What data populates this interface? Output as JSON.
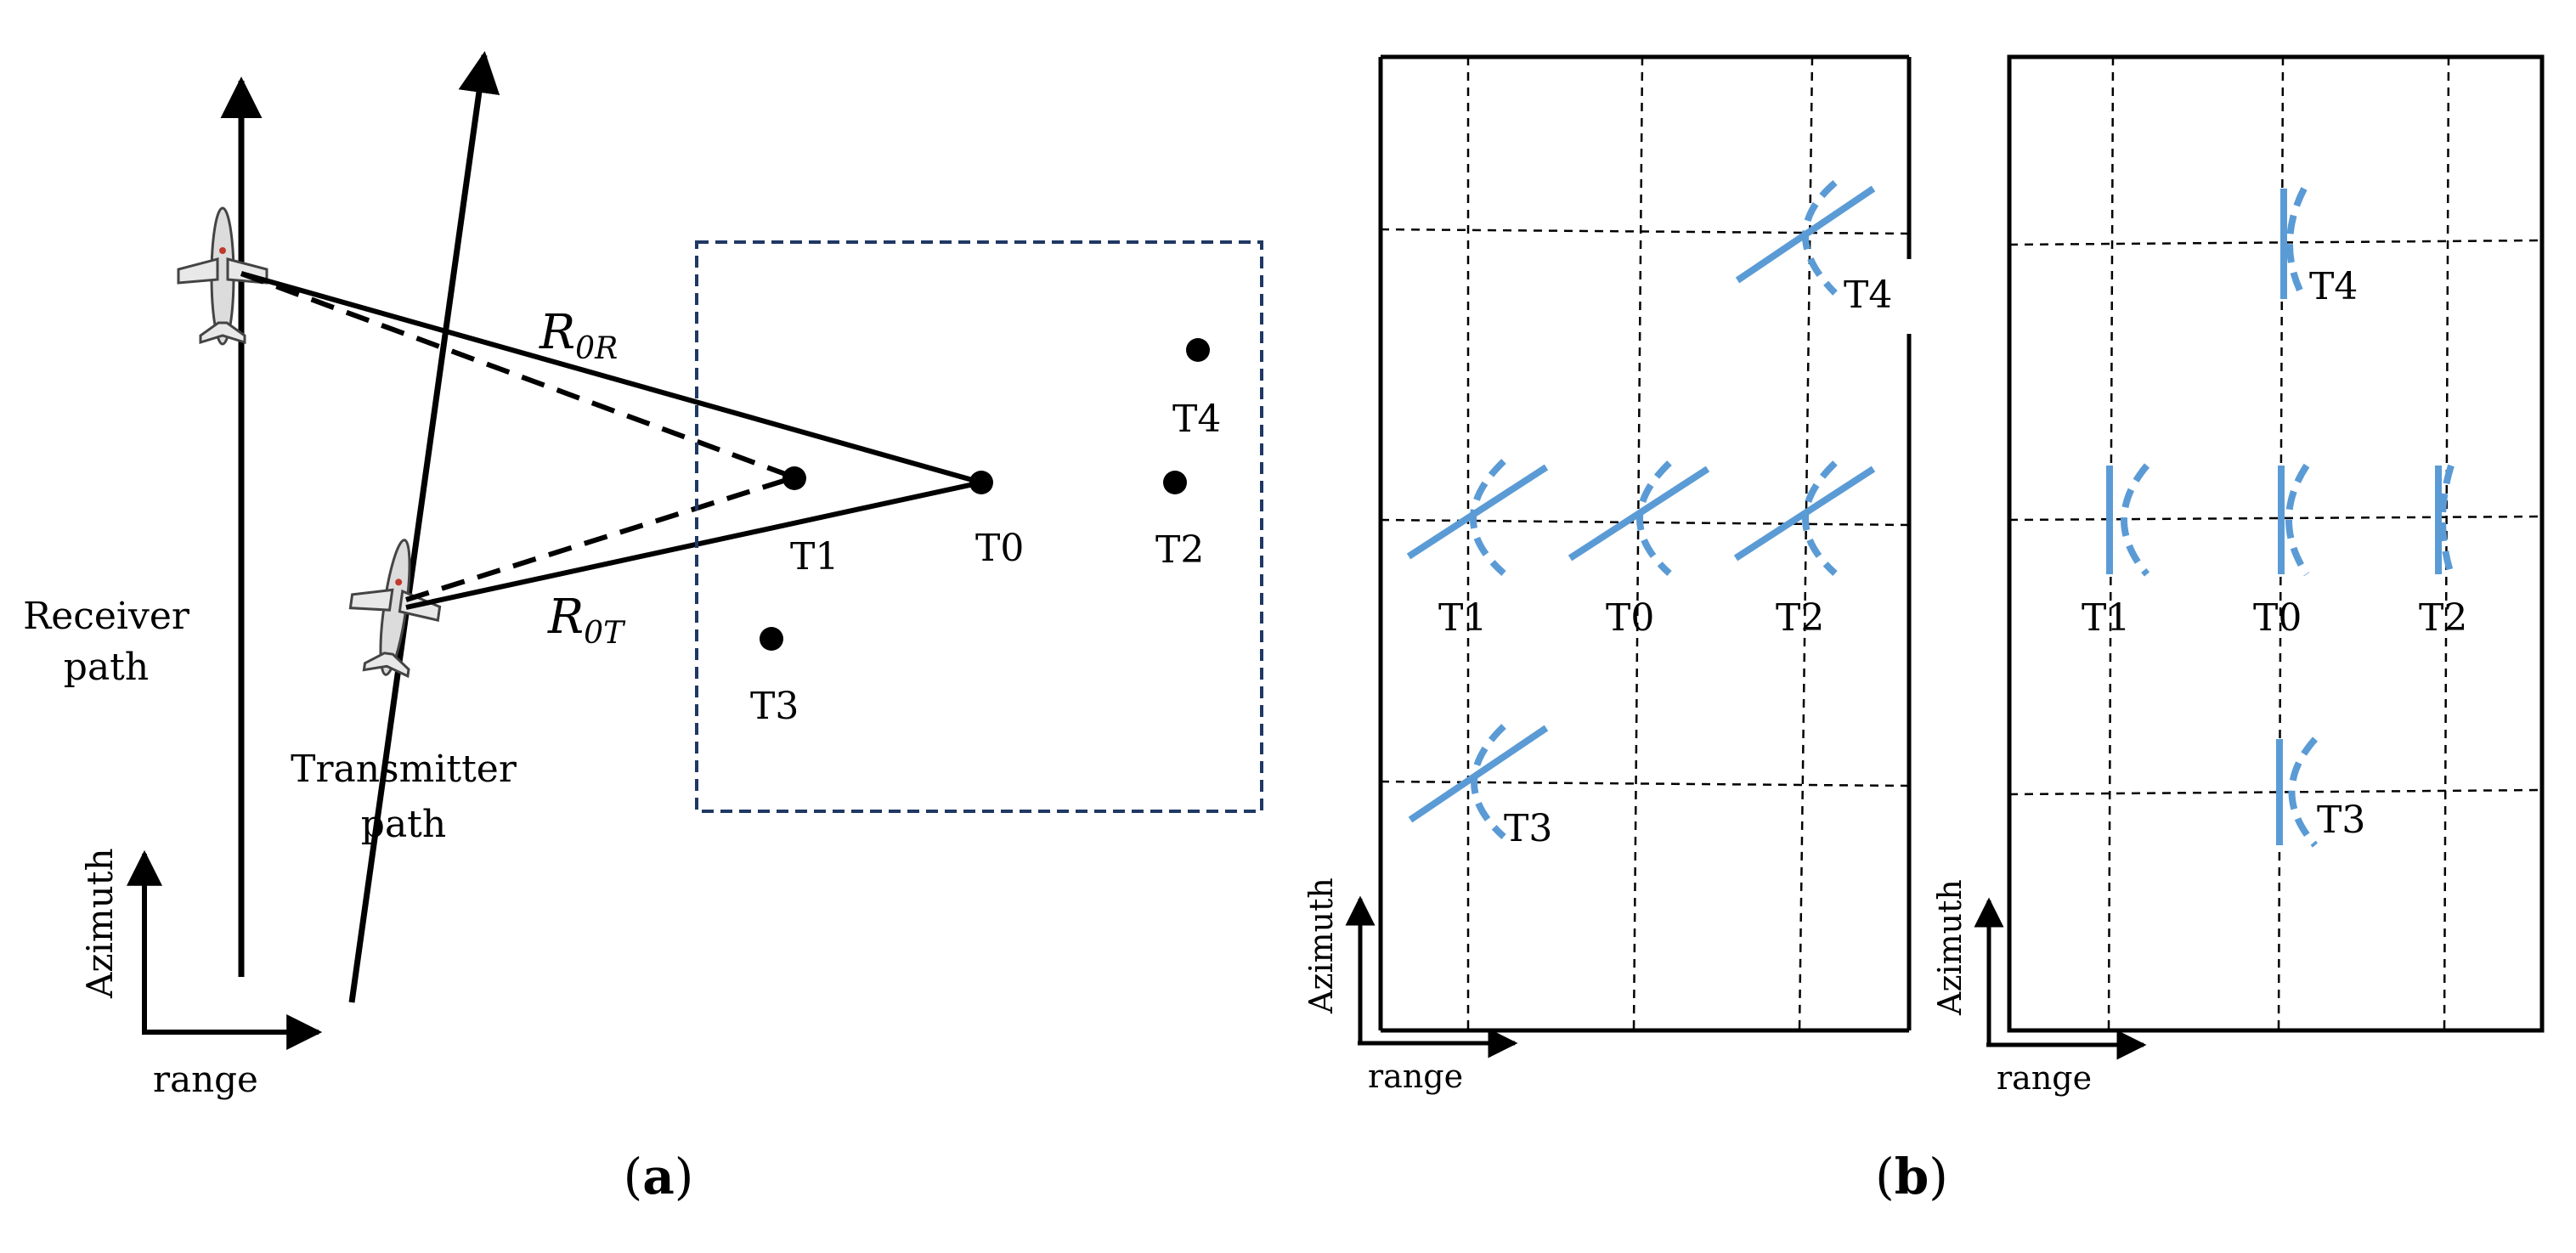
{
  "panel_a": {
    "label": "a",
    "receiver_path": [
      "Receiver",
      "path"
    ],
    "transmitter_path": [
      "Transmitter",
      "path"
    ],
    "axis_azimuth": "Azimuth",
    "axis_range": "range",
    "r_receiver": {
      "main": "R",
      "sub": "0R"
    },
    "r_transmitter": {
      "main": "R",
      "sub": "0T"
    },
    "targets": [
      "T0",
      "T1",
      "T2",
      "T3",
      "T4"
    ]
  },
  "panel_b": {
    "label": "b",
    "axis_azimuth": "Azimuth",
    "axis_range": "range",
    "left_grid_targets": [
      "T1",
      "T0",
      "T2",
      "T3",
      "T4"
    ],
    "right_grid_targets": [
      "T1",
      "T0",
      "T2",
      "T3",
      "T4"
    ],
    "curve_color": "#5b9bd5"
  }
}
